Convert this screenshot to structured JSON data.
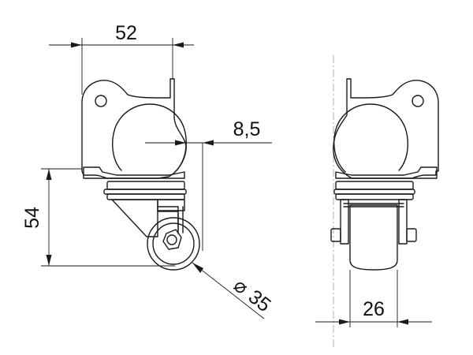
{
  "dimensions": {
    "width_top": "52",
    "offset": "8,5",
    "height": "54",
    "wheel_diameter": "35",
    "wheel_diameter_symbol": "⌀",
    "wheel_width": "26"
  },
  "colors": {
    "line": "#1a1a1a",
    "fill_light": "#d9d9d9",
    "fill_mid": "#bdbdbd",
    "fill_dark": "#8f8f8f",
    "centerline": "#9a9a9a"
  }
}
